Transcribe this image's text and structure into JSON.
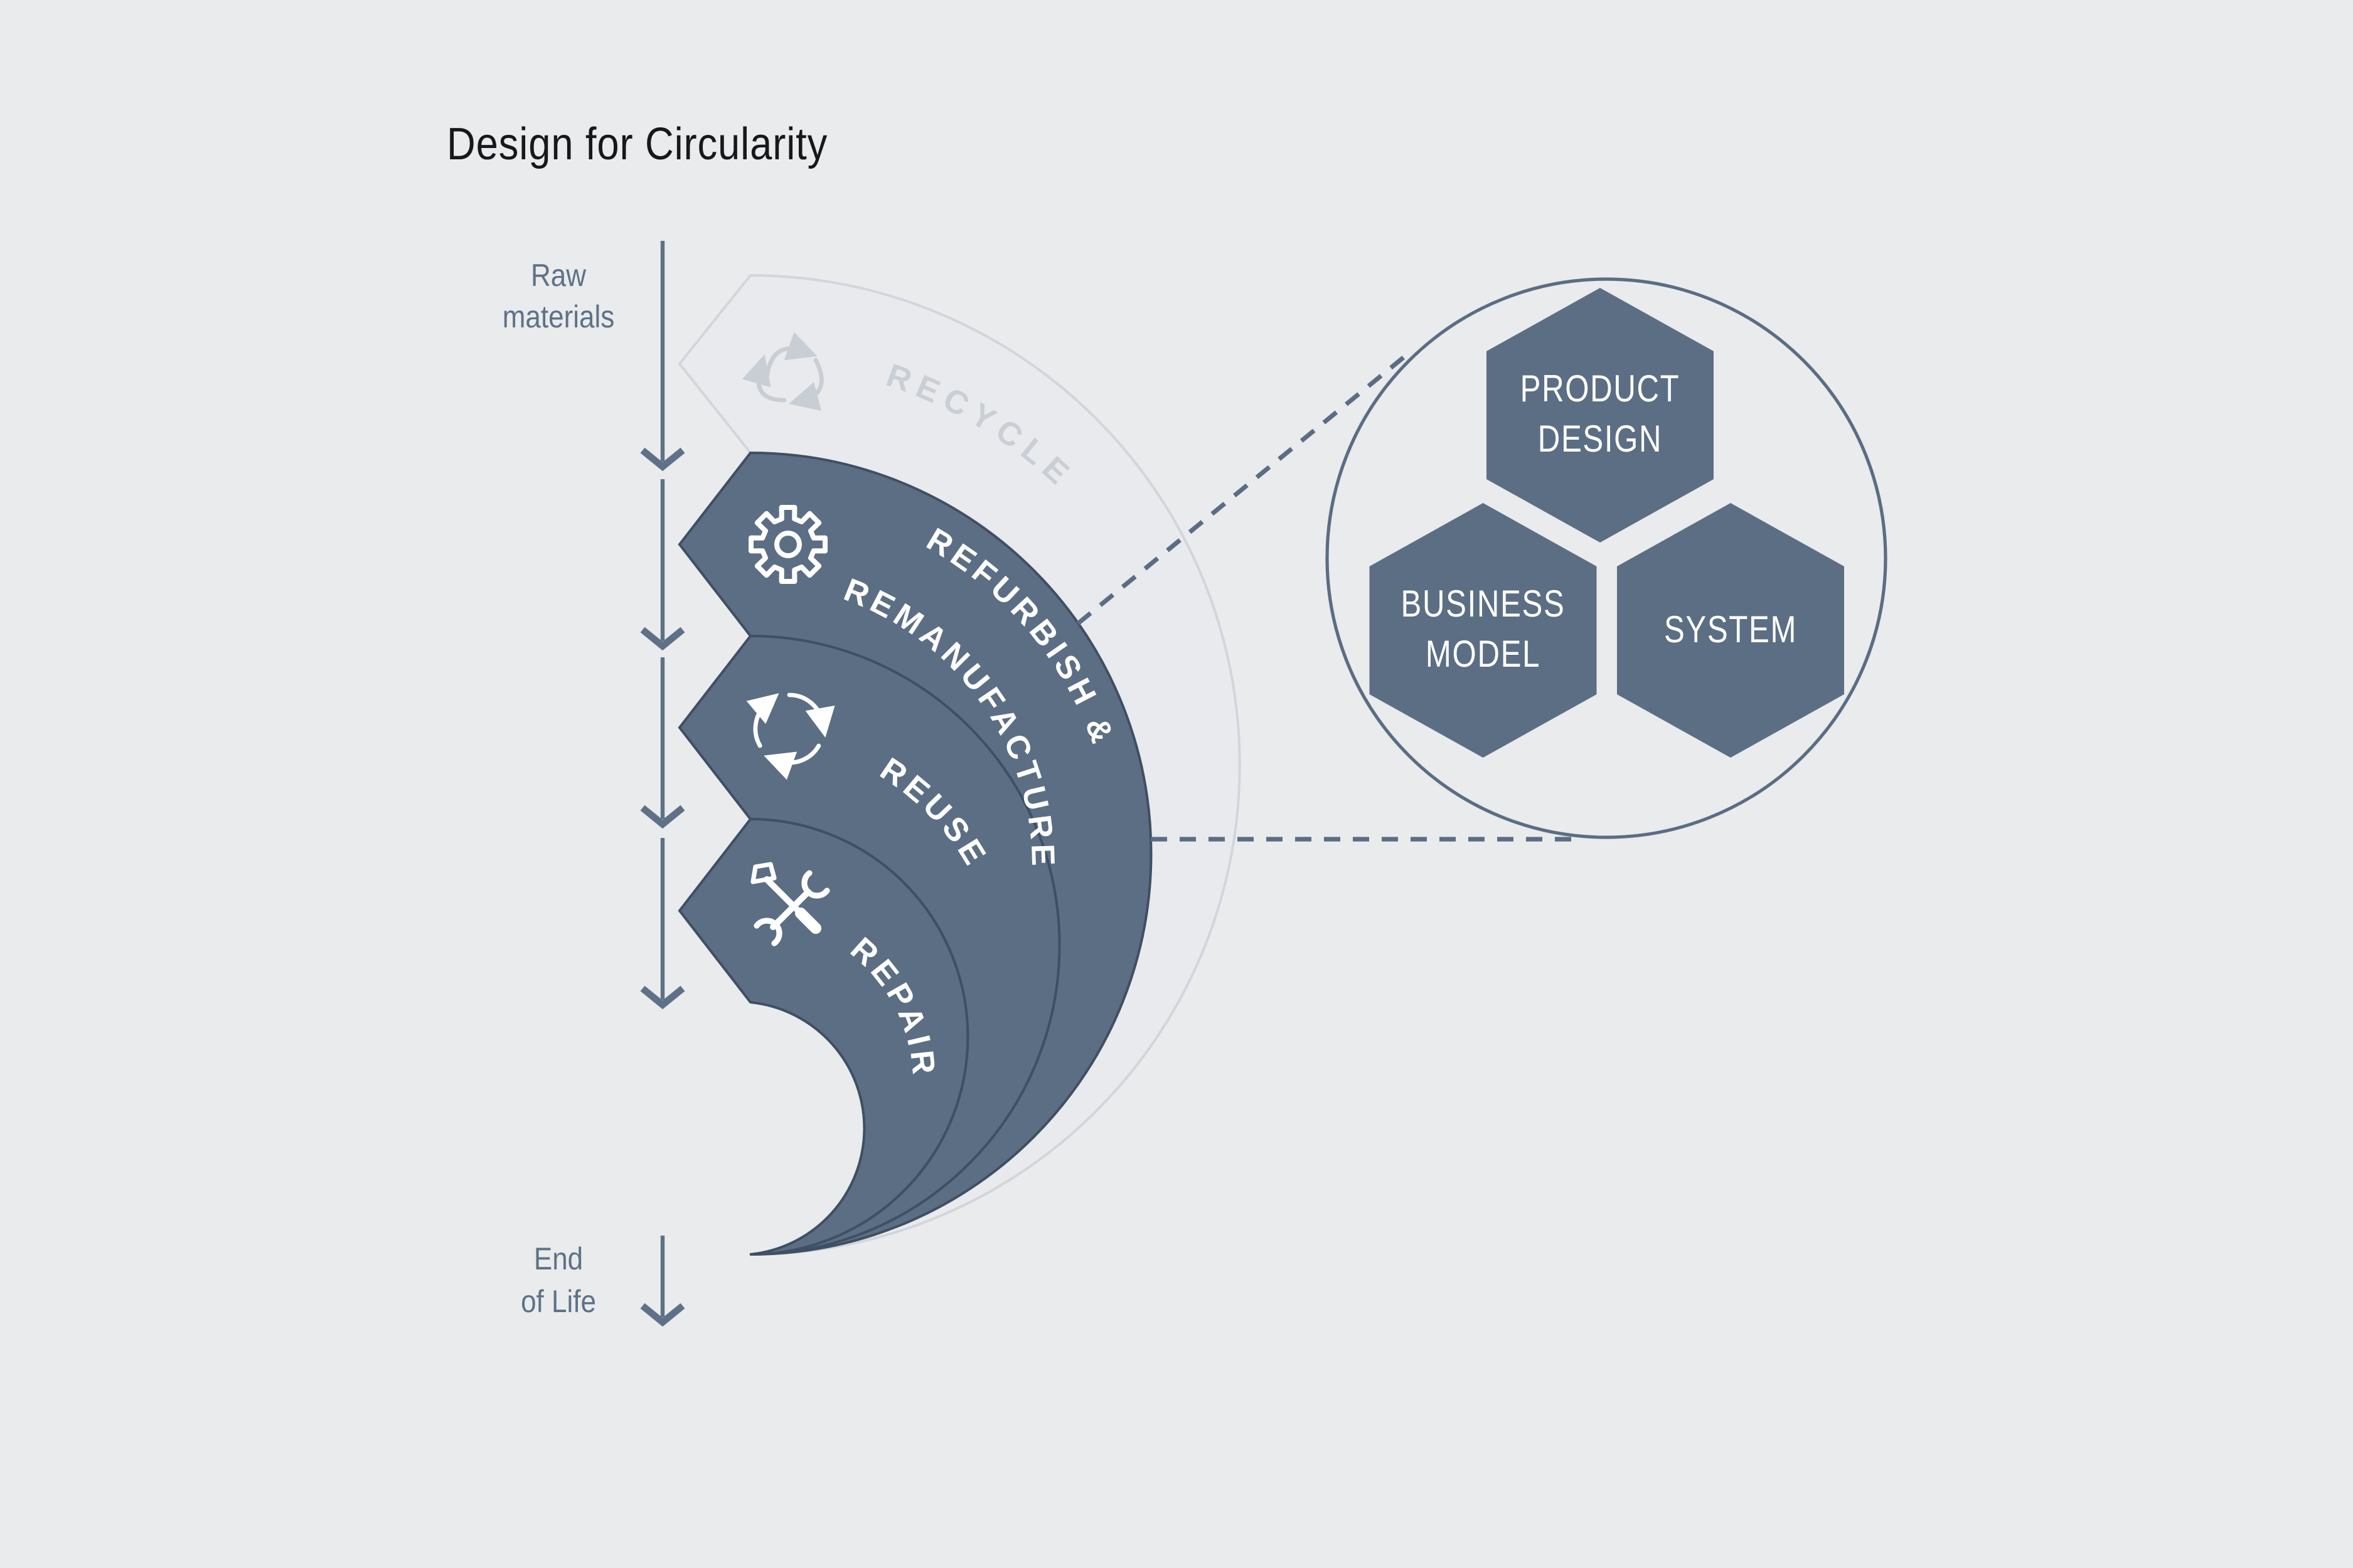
{
  "title": "Design for Circularity",
  "flow": {
    "start_label": [
      "Raw",
      "materials"
    ],
    "end_label": [
      "End",
      "of Life"
    ],
    "direction": "top-to-bottom"
  },
  "bands": [
    {
      "label": "RECYCLE",
      "icon": "recycle-icon",
      "state": "inactive"
    },
    {
      "label_line1": "REFURBISH &",
      "label_line2": "REMANUFACTURE",
      "icon": "gear-icon",
      "state": "active"
    },
    {
      "label": "REUSE",
      "icon": "cycle-arrows-icon",
      "state": "active"
    },
    {
      "label": "REPAIR",
      "icon": "tools-icon",
      "state": "active"
    }
  ],
  "hub": {
    "shape": "circle",
    "hexagons": [
      {
        "lines": [
          "PRODUCT",
          "DESIGN"
        ]
      },
      {
        "lines": [
          "BUSINESS",
          "MODEL"
        ]
      },
      {
        "lines": [
          "SYSTEM"
        ]
      }
    ]
  },
  "colors": {
    "background": "#e9ebed",
    "band_fill": "#5c6e84",
    "band_outline": "#3f4f64",
    "ghost_fill": "#e8eaed",
    "ghost_outline": "#d2d6db",
    "ghost_text": "#caced5",
    "slate_text": "#5f7186",
    "hub_outline": "#5b6d83",
    "label_text": "#ffffff",
    "title_text": "#17181c"
  }
}
